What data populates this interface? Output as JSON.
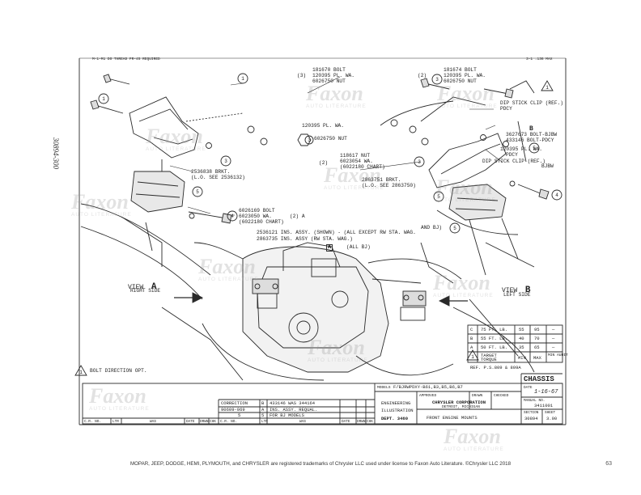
{
  "document": {
    "side_id": "30894-300",
    "view_a_title": "VIEW",
    "view_a_letter": "A",
    "view_a_sub": "RIGHT SIDE",
    "view_b_title": "VIEW",
    "view_b_letter": "B",
    "view_b_sub": "LEFT SIDE",
    "bolt_note": "BOLT DIRECTION OPT.",
    "callouts_right": [
      "181674 BOLT",
      "120395 PL. WA.",
      "6026750 NUT"
    ],
    "callouts_left": [
      "181670 BOLT",
      "120395 PL. WA.",
      "6026750 NUT"
    ],
    "callout_3_left": "(3)",
    "callout_2_right": "(2)",
    "dip_stick_pdcy": "DIP STICK CLIP (REF.)",
    "pdcy": "PDCY",
    "bolt_bjbw": "3627673 BOLT-BJBW",
    "bolt_pdcy": "433146 BOLT-PDCY",
    "pl_wa_pdcy": "120395 PL. WA.",
    "pdcy2": "PDCY",
    "dip_stick_bjbw": "DIP STICK CLIP (REF.)",
    "bjbw": "BJBW",
    "pl_wa_mid": "120395 PL. WA.",
    "nut_mid": "6026750 NUT",
    "nut_group": [
      "118617 NUT",
      "6023054 WA.",
      "(6022180 CHART)"
    ],
    "nut_group_tag": "(2)",
    "brkt_right": "2863751 BRKT.",
    "brkt_right_note": "(L.O. SEE 2863750)",
    "brkt_left": "2536838 BRKT.",
    "brkt_left_note": "(L.O. SEE 2536132)",
    "bolt_group": [
      "6026169 BOLT",
      "6023050 WA.",
      "(6022180 CHART)"
    ],
    "bolt_group_tag": "(2) A",
    "ins_assy_1": "2536121 INS. ASSY. (SHOWN) - (ALL EXCEPT RW STA. WAG.",
    "ins_assy_2": "2863735 INS. ASSY (RW STA. WAG.)",
    "and_bj": "AND BJ)",
    "all_bj": "(ALL BJ)",
    "top_left_header": "M-1-M1 DO THREAD FR-45 REQUIRED",
    "top_right_header": "3-1 .136 MAX",
    "torque_table": {
      "rows": [
        {
          "ref": "C",
          "val": "75 FT. LB.",
          "min": "55",
          "max": "95",
          "audit": "—"
        },
        {
          "ref": "B",
          "val": "55 FT. LB.",
          "min": "40",
          "max": "70",
          "audit": "—"
        },
        {
          "ref": "A",
          "val": "50 FT. LB.",
          "min": "35",
          "max": "65",
          "audit": "—"
        }
      ],
      "target": "TARGET",
      "torque": "TORQUE",
      "min_h": "MIN",
      "max_h": "MAX",
      "audit_h": "MIN AUDIT",
      "ref_note": "REF. P.S.809 & 809A"
    },
    "title_block": {
      "chassis": "CHASSIS",
      "models_label": "MODELS",
      "models_value": "F/BJRWPDXY-B61,B3,B5,B6,B7",
      "chrysler": "CHRYSLER CORPORATION",
      "detroit": "DETROIT, MICHIGAN",
      "eng_ill": "ENGINEERING",
      "illustration": "ILLUSTRATION",
      "dept": "DEPT. 3460",
      "title": "FRONT ENGINE MOUNTS",
      "date_label": "DATE",
      "date_value": "1-16-67",
      "manual_label": "MANUAL NO.",
      "manual_value": "3411001",
      "section_label": "SECTION",
      "section_value": "30894",
      "sheet_label": "SHEET",
      "sheet_value": "3.00",
      "approved": "APPROVED",
      "drawn": "DRAWN",
      "checked": "CHECKED",
      "revisions": [
        {
          "name": "CORRECTION",
          "sym": "B",
          "desc": "433146 WAS 344164"
        },
        {
          "name": "90609-069",
          "sym": "A",
          "desc": "INS. ASSY. REQUAL."
        },
        {
          "name": "5",
          "sym": "5",
          "desc": "FOR BJ MODELS"
        }
      ],
      "col_cr": "C.R. NO.",
      "col_ltr": "LTR",
      "col_was": "WAS",
      "col_date": "DATE",
      "col_drwn": "DRWN",
      "col_chk": "CHK",
      "col_drwn2": "DRWN",
      "col_chk2": "CHK"
    },
    "watermark_brand": "Faxon",
    "watermark_sub": "AUTO LITERATURE"
  },
  "footer": {
    "text": "MOPAR, JEEP, DODGE, HEMI, PLYMOUTH, and CHRYSLER are registered trademarks of Chrysler LLC used under license to Faxon Auto Literature. ©Chrysler LLC 2018",
    "page_number": "63"
  }
}
